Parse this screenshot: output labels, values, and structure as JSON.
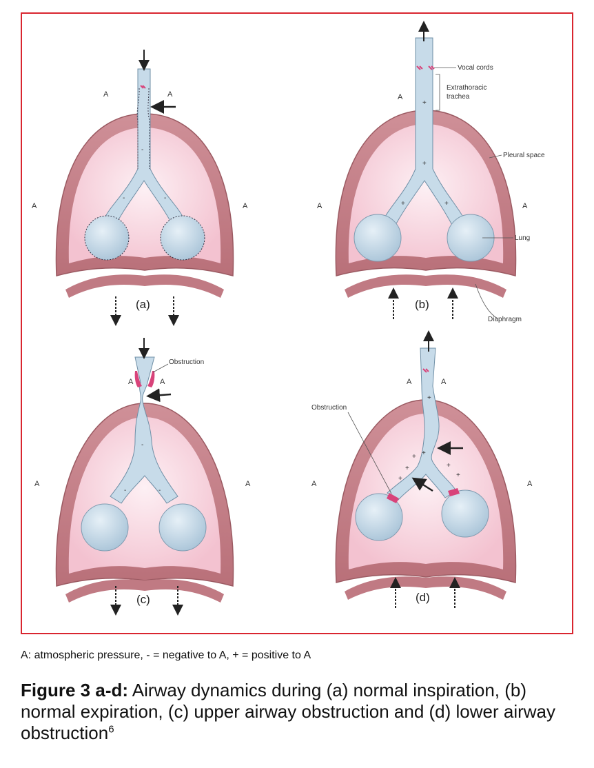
{
  "panels": {
    "a": {
      "letter": "(a)",
      "pressure_left": "A",
      "pressure_right": "A",
      "pressure_top_left": "A",
      "pressure_top_right": "A"
    },
    "b": {
      "letter": "(b)",
      "pressure_left": "A",
      "pressure_right": "A",
      "pressure_top_left": "A"
    },
    "c": {
      "letter": "(c)",
      "pressure_left": "A",
      "pressure_right": "A",
      "pressure_top_left": "A",
      "pressure_top_right": "A"
    },
    "d": {
      "letter": "(d)",
      "pressure_left": "A",
      "pressure_right": "A",
      "pressure_top_left": "A",
      "pressure_top_right": "A"
    }
  },
  "annotations": {
    "vocal_cords": "Vocal cords",
    "extrathoracic_1": "Extrathoracic",
    "extrathoracic_2": "trachea",
    "pleural_space": "Pleural space",
    "lung": "Lung",
    "diaphragm": "Diaphragm",
    "obstruction_c": "Obstruction",
    "obstruction_d": "Obstruction"
  },
  "symbols": {
    "minus": "-",
    "plus": "+"
  },
  "legend": "A: atmospheric pressure, - = negative to A, + = positive to A",
  "caption": {
    "bold": "Figure 3 a-d:",
    "text": " Airway dynamics during (a) normal inspiration, (b) normal expiration, (c) upper airway obstruction and (d) lower airway obstruction",
    "superscript": "6"
  },
  "colors": {
    "frame": "#d9252f",
    "chest_wall": "#c8848c",
    "pleural_cavity": "#f7d4de",
    "airway": "#c7dbe9",
    "obstruction": "#d8437a"
  }
}
